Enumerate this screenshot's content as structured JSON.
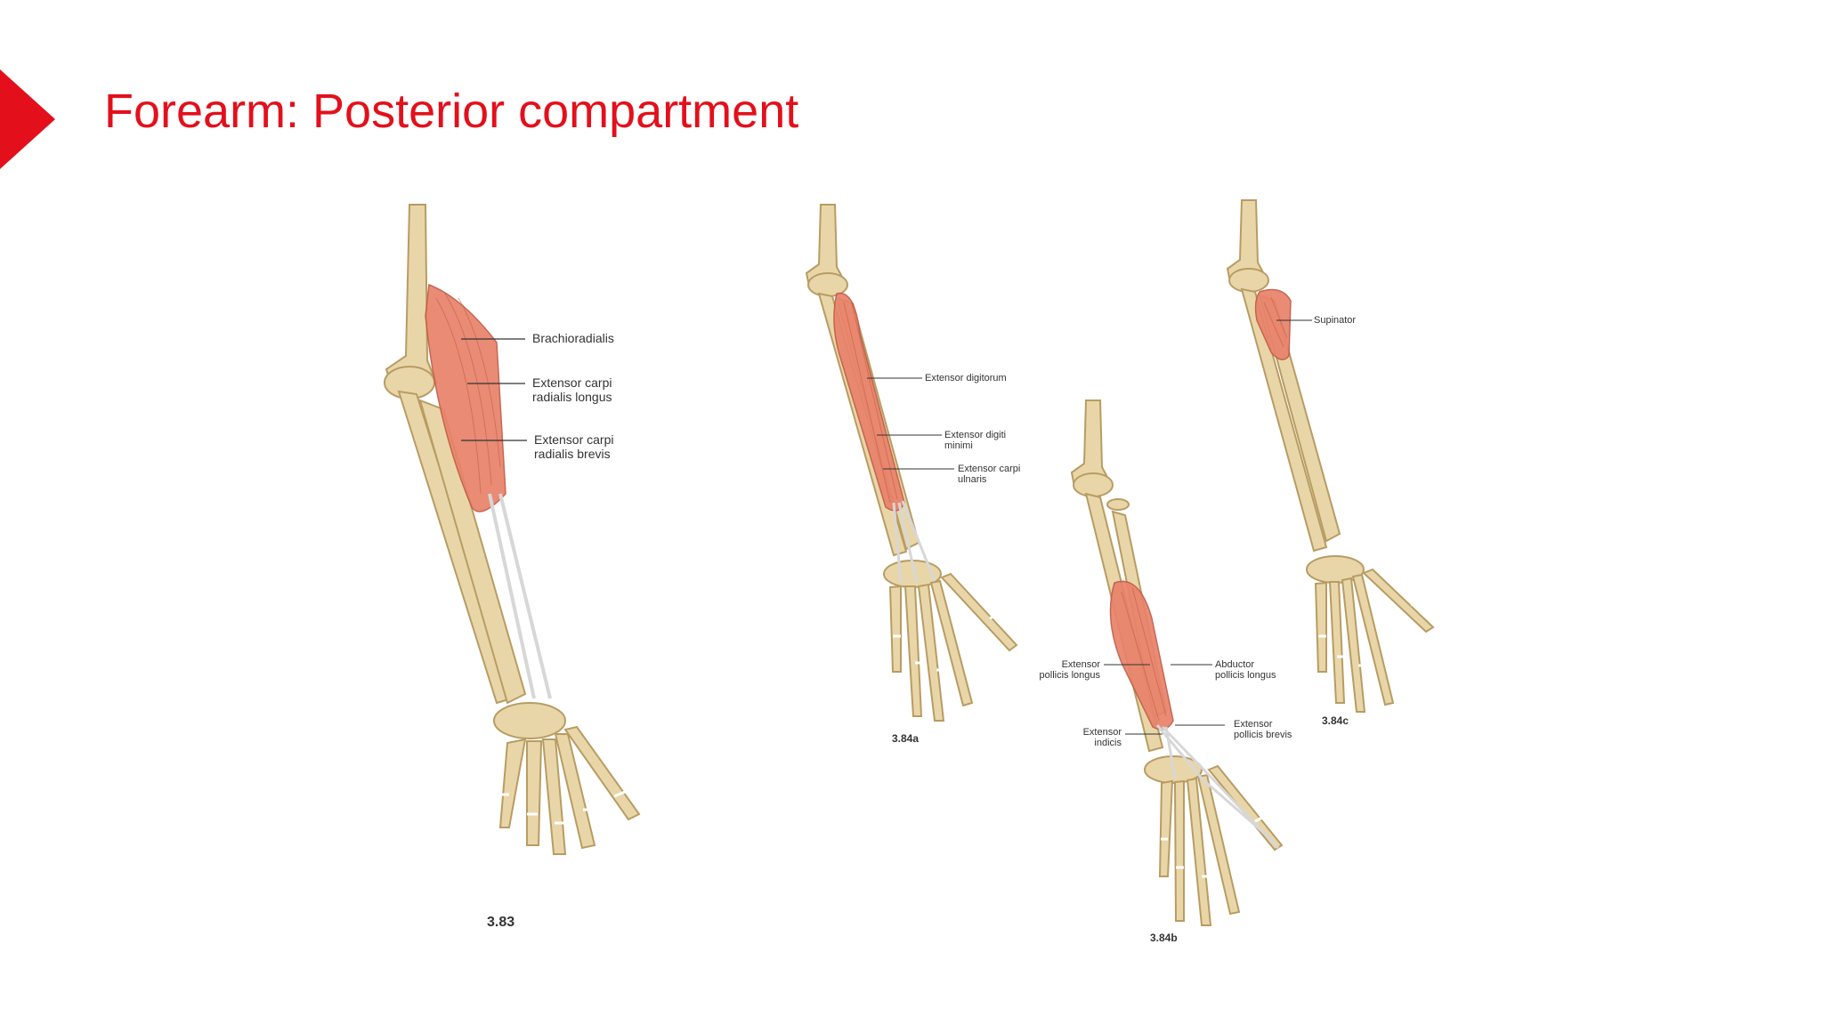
{
  "slide": {
    "title": "Forearm: Posterior compartment",
    "accent_color": "#e3101c",
    "marker_icon": "red-triangle-marker"
  },
  "figures": [
    {
      "id": "3.83",
      "number": "3.83",
      "labels": [
        "Brachioradialis",
        "Extensor carpi\nradialis longus",
        "Extensor carpi\nradialis brevis"
      ]
    },
    {
      "id": "3.84a",
      "number": "3.84a",
      "labels": [
        "Extensor digitorum",
        "Extensor digiti\nminimi",
        "Extensor carpi\nulnaris"
      ]
    },
    {
      "id": "3.84b",
      "number": "3.84b",
      "labels": [
        "Extensor\npollicis longus",
        "Abductor\npollicis longus",
        "Extensor\nindicis",
        "Extensor\npollicis brevis"
      ]
    },
    {
      "id": "3.84c",
      "number": "3.84c",
      "labels": [
        "Supinator"
      ]
    }
  ],
  "colors": {
    "bone": "#e9d6a8",
    "bone_stroke": "#b89c63",
    "muscle": "#e8826a",
    "tendon": "#dcdcdc"
  }
}
